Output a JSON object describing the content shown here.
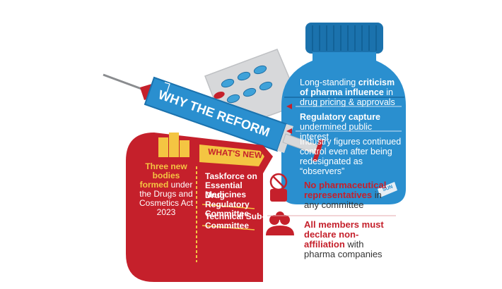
{
  "syringe": {
    "title": "WHY THE REFORM"
  },
  "bottle": {
    "points": [
      {
        "pre": "Long-standing ",
        "bold": "criticism of pharma influence",
        "post": " in drug pricing & approvals"
      },
      {
        "pre": "",
        "bold": "Regulatory capture",
        "post": " undermined public interest"
      },
      {
        "pre": "",
        "bold": "",
        "post": "Industry figures continued control even after being redesignated as “observers”"
      }
    ],
    "corner_mark": "SUN"
  },
  "reform": {
    "heading": "WHAT'S NEW?",
    "bodies_bold": "Three new bodies formed",
    "bodies_rest": " under the Drugs and Cosmetics Act 2023",
    "items": [
      "Taskforce on Essential Medicines",
      "Drug Regulatory Committee",
      "Technical Sub-Committee"
    ]
  },
  "rules": [
    {
      "highlight": "No pharmaceutical representatives",
      "rest": " in any committee",
      "icon": "no-pharma-rep-icon"
    },
    {
      "highlight": "All members must declare non-affiliation",
      "rest": " with pharma companies",
      "icon": "members-group-icon"
    }
  ],
  "colors": {
    "blue": "#2a8fcf",
    "dark_blue": "#1b72ad",
    "red": "#c5202b",
    "dark_red": "#9e1a23",
    "gray": "#d7d8da"
  }
}
